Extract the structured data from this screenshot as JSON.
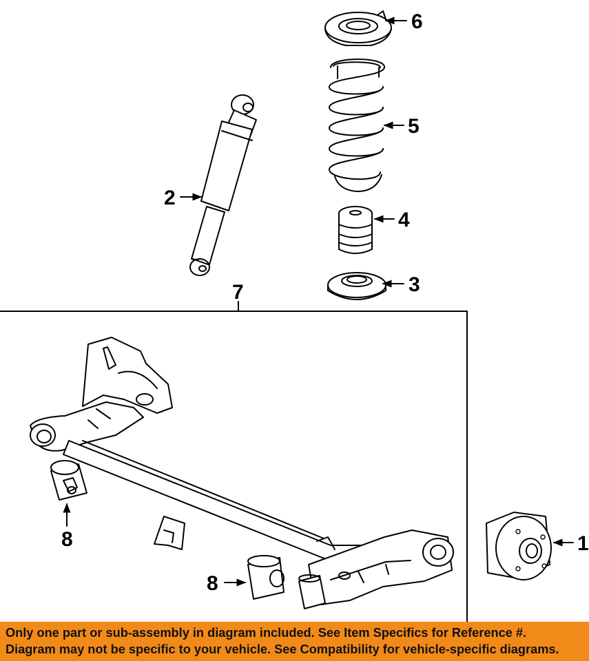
{
  "callouts": {
    "c1": "1",
    "c2": "2",
    "c3": "3",
    "c4": "4",
    "c5": "5",
    "c6": "6",
    "c7": "7",
    "c8a": "8",
    "c8b": "8"
  },
  "notice": {
    "line1": "Only one part or sub-assembly in diagram included. See Item Specifics for Reference #.",
    "line2": "Diagram may not be specific to your vehicle. See Compatibility for vehicle-specific diagrams."
  },
  "colors": {
    "banner": "#f28a19",
    "ink": "#000000",
    "paper": "#ffffff"
  }
}
